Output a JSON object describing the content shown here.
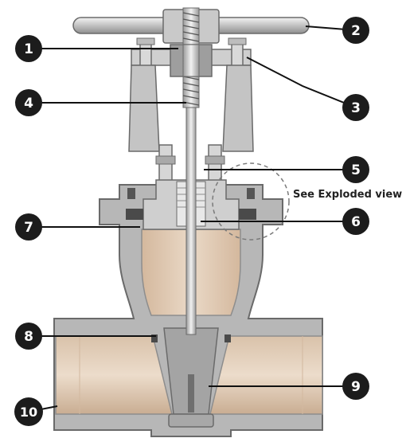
{
  "diagram": {
    "callouts": [
      "1",
      "2",
      "3",
      "4",
      "5",
      "6",
      "7",
      "8",
      "9",
      "10"
    ],
    "exploded_view_note": "See Exploded view"
  },
  "colors": {
    "body_gray": "#b7b7b7",
    "body_dark": "#8d8d8d",
    "outline": "#6a6a6a",
    "copper": "#e3cdb6",
    "copper_dark": "#cdb197",
    "callout_fill": "#1c1c1c",
    "leader": "#111111"
  }
}
